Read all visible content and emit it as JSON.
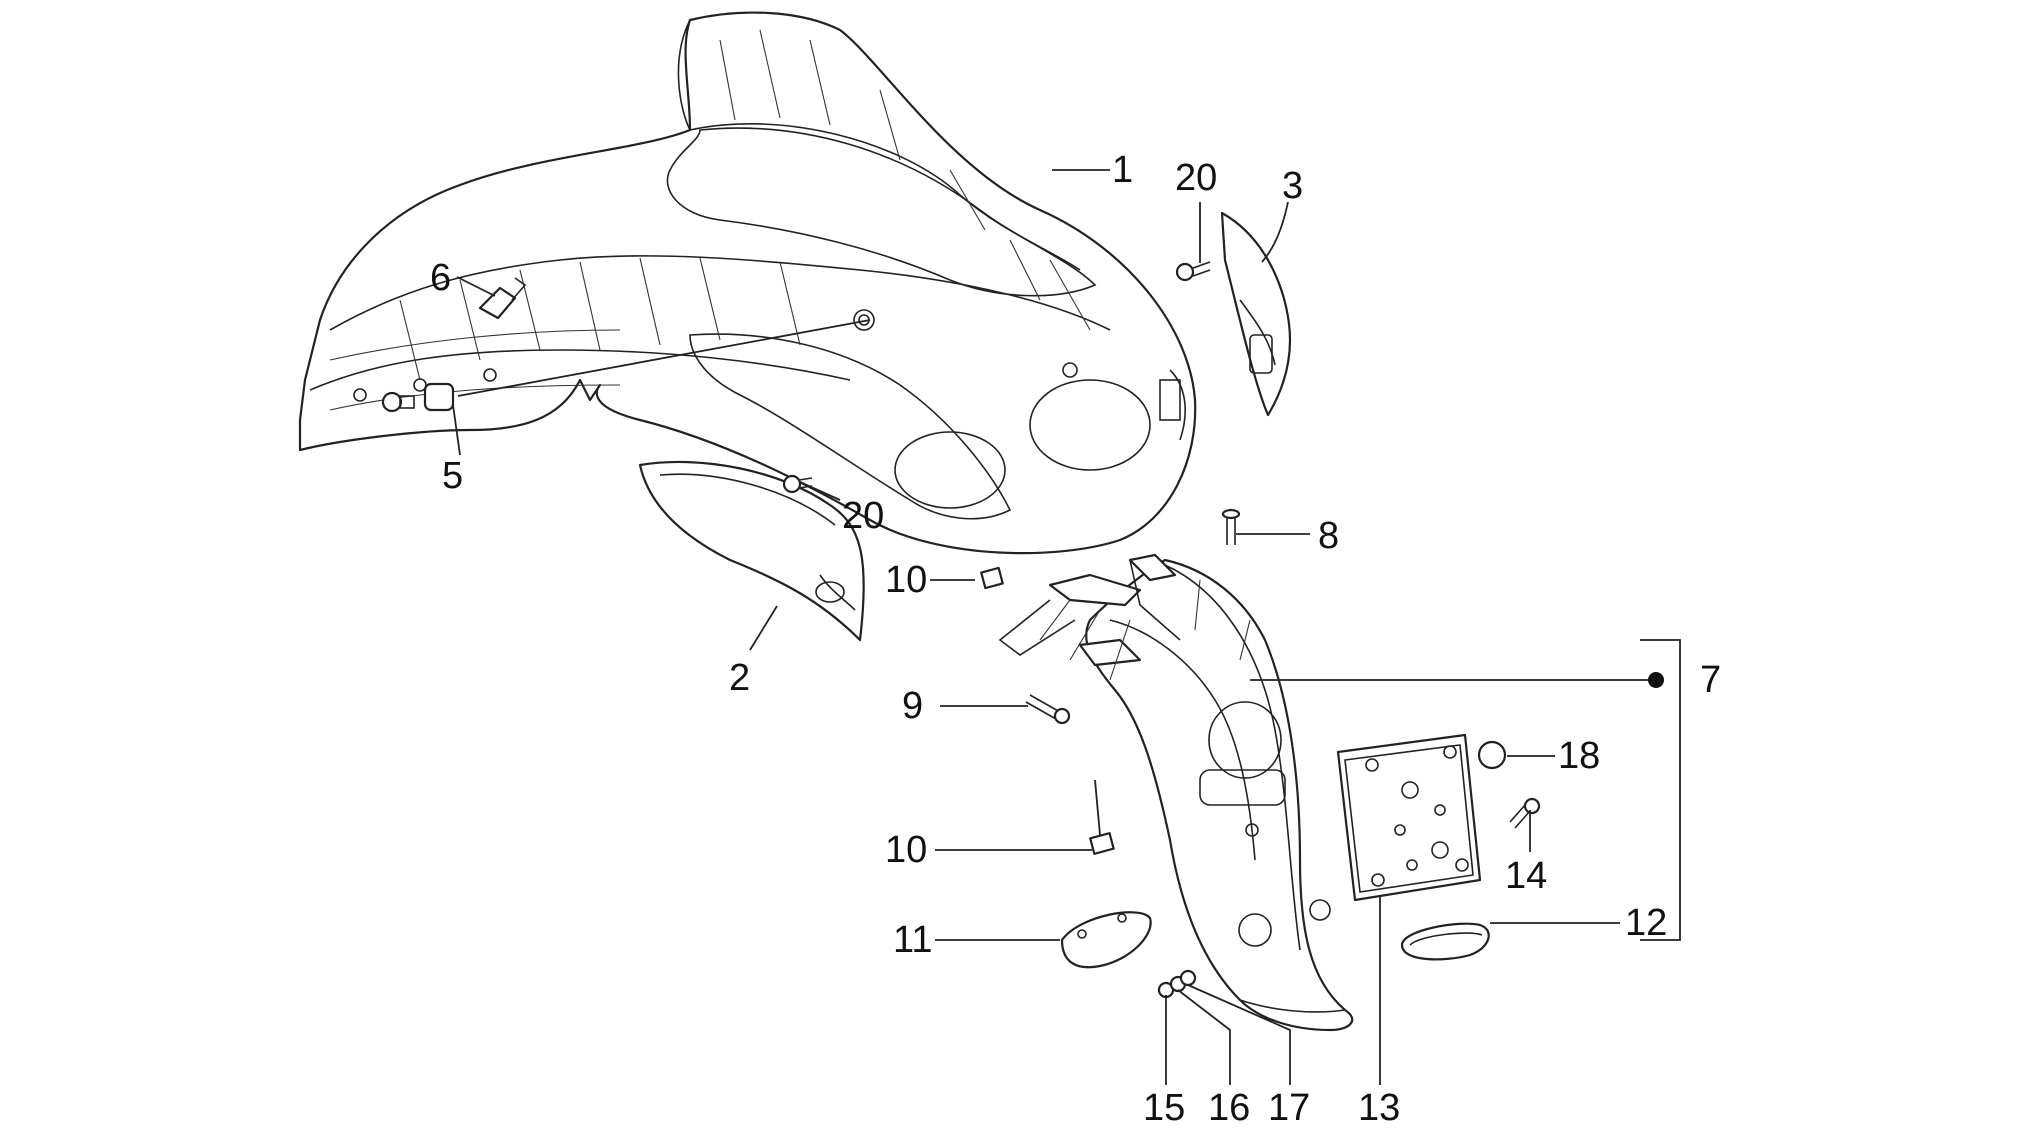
{
  "labels": [
    {
      "id": "1",
      "text": "1"
    },
    {
      "id": "20a",
      "text": "20"
    },
    {
      "id": "3",
      "text": "3"
    },
    {
      "id": "6",
      "text": "6"
    },
    {
      "id": "5",
      "text": "5"
    },
    {
      "id": "20b",
      "text": "20"
    },
    {
      "id": "8",
      "text": "8"
    },
    {
      "id": "10a",
      "text": "10"
    },
    {
      "id": "2",
      "text": "2"
    },
    {
      "id": "9",
      "text": "9"
    },
    {
      "id": "7",
      "text": "7"
    },
    {
      "id": "18",
      "text": "18"
    },
    {
      "id": "10b",
      "text": "10"
    },
    {
      "id": "14",
      "text": "14"
    },
    {
      "id": "11",
      "text": "11"
    },
    {
      "id": "12",
      "text": "12"
    },
    {
      "id": "15",
      "text": "15"
    },
    {
      "id": "16",
      "text": "16"
    },
    {
      "id": "17",
      "text": "17"
    },
    {
      "id": "13",
      "text": "13"
    }
  ]
}
